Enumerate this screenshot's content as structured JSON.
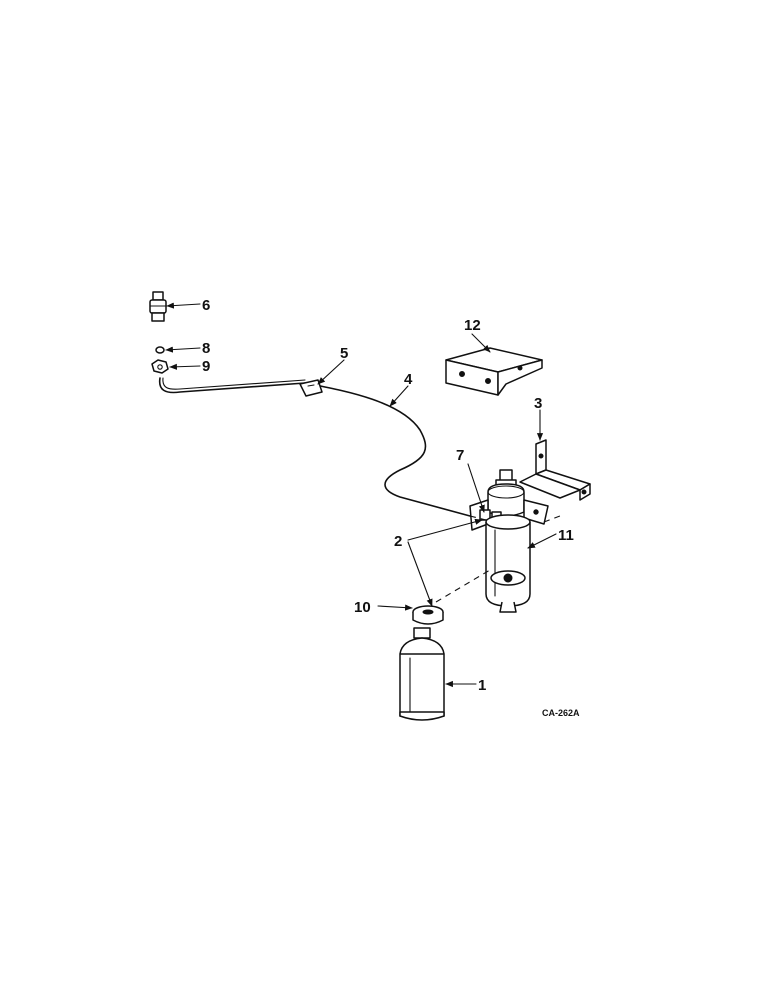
{
  "callouts": {
    "c1": "1",
    "c2": "2",
    "c3": "3",
    "c4": "4",
    "c5": "5",
    "c6": "6",
    "c7": "7",
    "c8": "8",
    "c9": "9",
    "c10": "10",
    "c11": "11",
    "c12": "12"
  },
  "drawing_code": "CA-262A"
}
